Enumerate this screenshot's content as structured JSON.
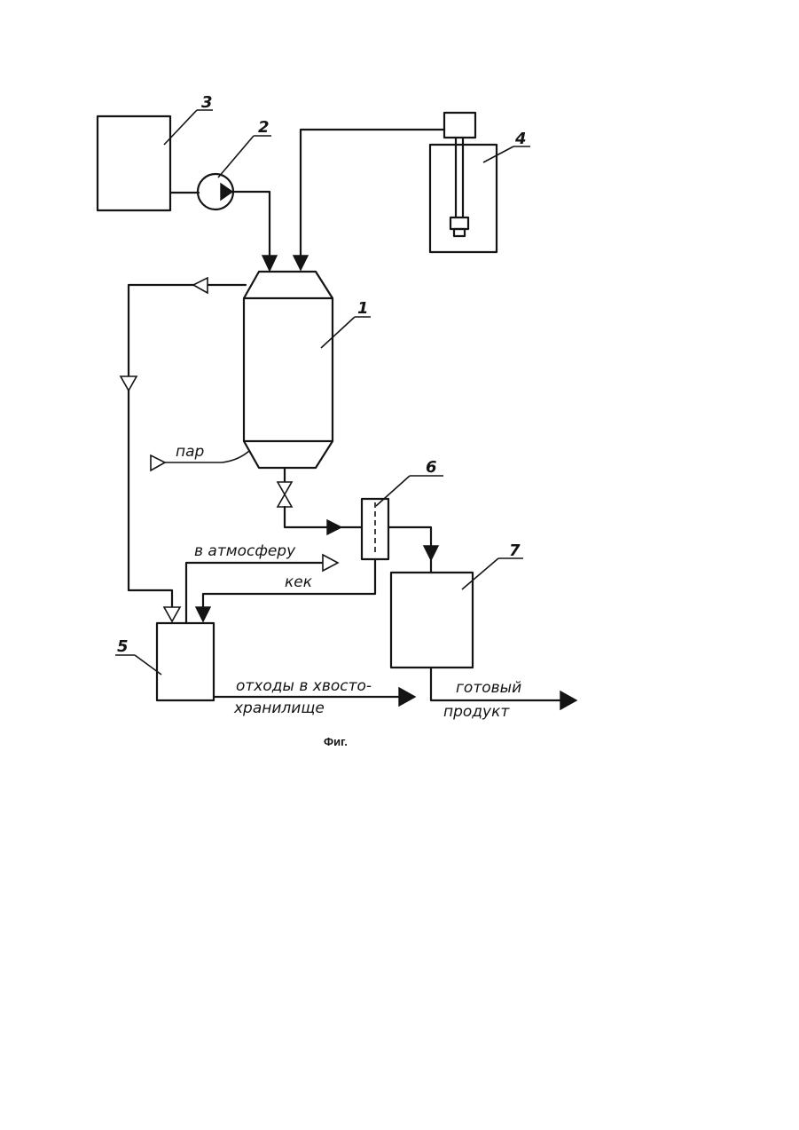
{
  "figure": {
    "caption": "Фиг."
  },
  "labels": {
    "n1": "1",
    "n2": "2",
    "n3": "3",
    "n4": "4",
    "n5": "5",
    "n6": "6",
    "n7": "7",
    "steam": "пар",
    "to_atmosphere": "в атмосферу",
    "cake": "кек",
    "waste_line1": "отходы в хвосто-",
    "waste_line2": "хранилище",
    "product_line1": "готовый",
    "product_line2": "продукт"
  }
}
